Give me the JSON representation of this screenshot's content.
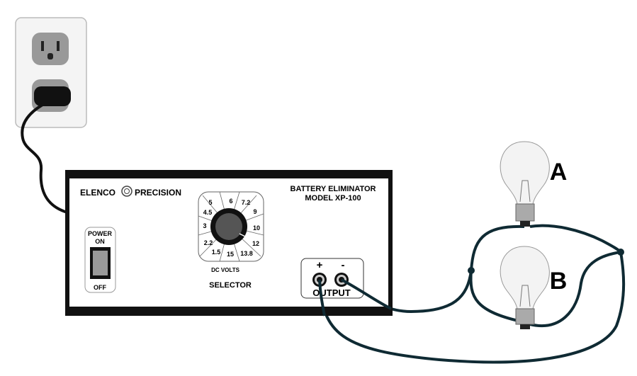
{
  "brand": {
    "left": "ELENCO",
    "right": "PRECISION"
  },
  "device": {
    "title_line1": "BATTERY ELIMINATOR",
    "title_line2": "MODEL XP-100"
  },
  "power_switch": {
    "label_top1": "POWER",
    "label_top2": "ON",
    "label_bottom": "OFF"
  },
  "selector": {
    "values": [
      "5",
      "6",
      "7.2",
      "9",
      "10",
      "12",
      "13.8",
      "15",
      "1.5",
      "2.2",
      "3",
      "4.5"
    ],
    "units_label": "DC VOLTS",
    "title": "SELECTOR"
  },
  "output": {
    "plus": "+",
    "minus": "-",
    "label": "OUTPUT"
  },
  "bulbs": {
    "a": "A",
    "b": "B"
  },
  "colors": {
    "wire": "#0f2a33",
    "panel_border": "#111111",
    "knob": "#555555"
  }
}
